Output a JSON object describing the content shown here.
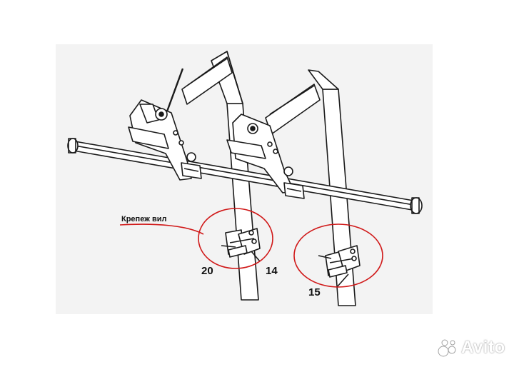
{
  "annotation": {
    "caption": "Крепеж вил",
    "callouts": [
      "20",
      "14",
      "15"
    ],
    "highlight_color": "#d01818"
  },
  "watermark": {
    "text": "Avito",
    "icon": "avito-logo-icon"
  }
}
